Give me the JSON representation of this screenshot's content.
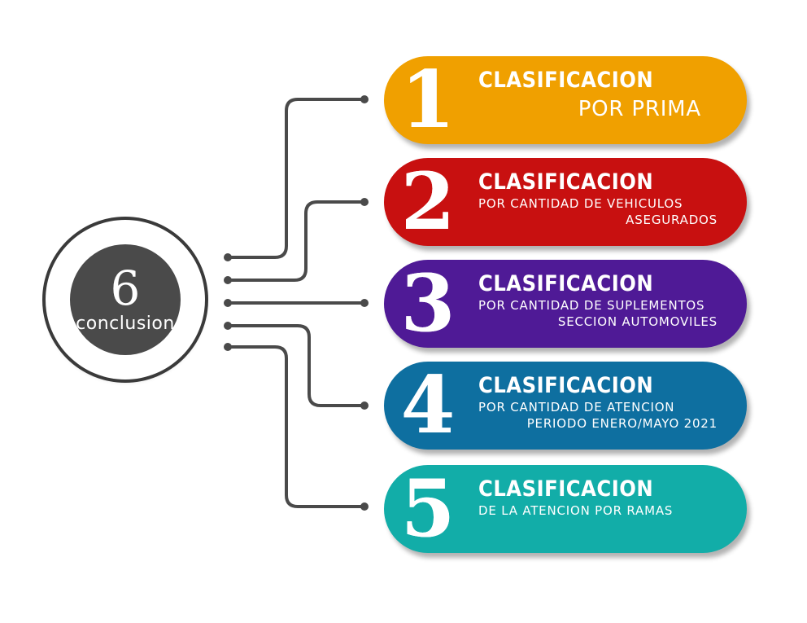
{
  "hub": {
    "number": "6",
    "label": "conclusion",
    "color": "#4a4a4a"
  },
  "items": [
    {
      "number": "1",
      "title": "CLASIFICACION",
      "lines": [
        "POR PRIMA"
      ],
      "color": "#f0a000"
    },
    {
      "number": "2",
      "title": "CLASIFICACION",
      "lines": [
        "POR CANTIDAD DE VEHICULOS",
        "ASEGURADOS"
      ],
      "color": "#c81010"
    },
    {
      "number": "3",
      "title": "CLASIFICACION",
      "lines": [
        "POR CANTIDAD DE SUPLEMENTOS",
        "SECCION AUTOMOVILES"
      ],
      "color": "#4f1a96"
    },
    {
      "number": "4",
      "title": "CLASIFICACION",
      "lines": [
        "POR CANTIDAD DE ATENCION",
        "PERIODO ENERO/MAYO 2021"
      ],
      "color": "#0e6fa0"
    },
    {
      "number": "5",
      "title": "CLASIFICACION",
      "lines": [
        "DE LA ATENCION POR RAMAS"
      ],
      "color": "#12ada8"
    }
  ],
  "connector_color": "#4a4a4a"
}
